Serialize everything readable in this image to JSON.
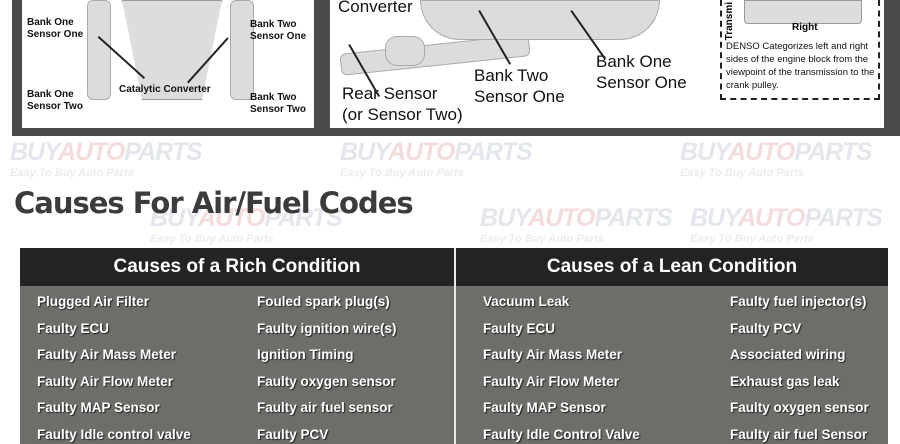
{
  "watermark": {
    "brand_a": "BUY",
    "brand_b": "AUTO",
    "brand_c": "PARTS",
    "tagline": "Easy To Buy Auto Parts"
  },
  "diagram_left": {
    "bank1_sensor1": [
      "Bank One",
      "Sensor One"
    ],
    "bank2_sensor1": [
      "Bank Two",
      "Sensor One"
    ],
    "bank1_sensor2": [
      "Bank One",
      "Sensor Two"
    ],
    "bank2_sensor2": [
      "Bank Two",
      "Sensor Two"
    ],
    "catalytic": "Catalytic Converter"
  },
  "diagram_right": {
    "converter": "Converter",
    "rear_sensor": [
      "Rear Sensor",
      "(or Sensor Two)"
    ],
    "bank2_sensor1": [
      "Bank Two",
      "Sensor One"
    ],
    "bank1_sensor1": [
      "Bank One",
      "Sensor One"
    ],
    "inset": {
      "transmission": "Transmi",
      "right": "Right",
      "note": "DENSO Categorizes left and right sides of the engine block from the viewpoint of the transmission to the crank pulley."
    }
  },
  "title": "Causes For Air/Fuel Codes",
  "table": {
    "rich": {
      "header": "Causes of a Rich Condition",
      "col1": [
        "Plugged Air Filter",
        "Faulty ECU",
        "Faulty Air Mass Meter",
        "Faulty Air Flow Meter",
        "Faulty MAP Sensor",
        "Faulty Idle control valve"
      ],
      "col2": [
        "Fouled spark plug(s)",
        "Faulty ignition wire(s)",
        "Ignition Timing",
        "Faulty oxygen sensor",
        "Faulty air fuel sensor",
        "Faulty PCV"
      ]
    },
    "lean": {
      "header": "Causes of a Lean Condition",
      "col1": [
        "Vacuum Leak",
        "Faulty ECU",
        "Faulty Air Mass Meter",
        "Faulty Air Flow Meter",
        "Faulty MAP Sensor",
        "Faulty Idle Control Valve"
      ],
      "col2": [
        "Faulty fuel injector(s)",
        "Faulty PCV",
        "Associated wiring",
        "Exhaust gas leak",
        "Faulty oxygen sensor",
        "Faulty air fuel Sensor"
      ]
    }
  }
}
